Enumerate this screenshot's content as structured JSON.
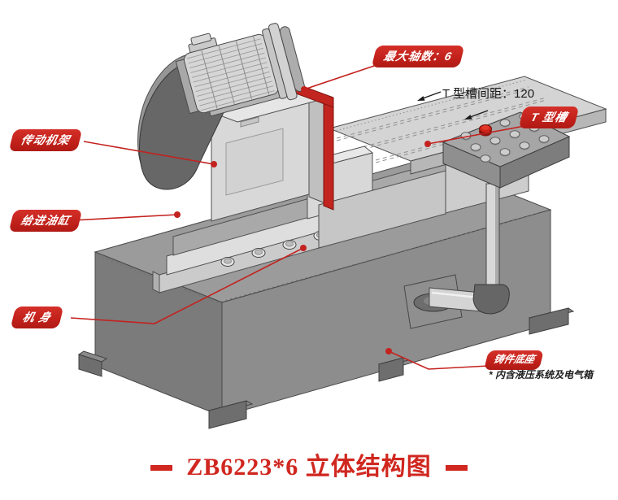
{
  "title": {
    "text": "ZB6223*6 立体结构图"
  },
  "callouts": {
    "max_axes": "最大轴数：6",
    "t_slot": "T 型槽",
    "transmission_frame": "传动机架",
    "feed_cylinder": "给进油缸",
    "machine_body": "机 身",
    "casting_base": "铸件底座",
    "casting_base_note": "* 内含液压系统及电气箱"
  },
  "dimensions": {
    "t_slot_spacing": "T 型槽间距：120"
  },
  "colors": {
    "accent_red": "#c3221f",
    "title_red": "#d0271f",
    "machine_light_gray": "#d8d8d8",
    "machine_mid_gray": "#a9a9a9",
    "base_gray": "#8d8d8d",
    "guard_dark_gray": "#676767"
  }
}
